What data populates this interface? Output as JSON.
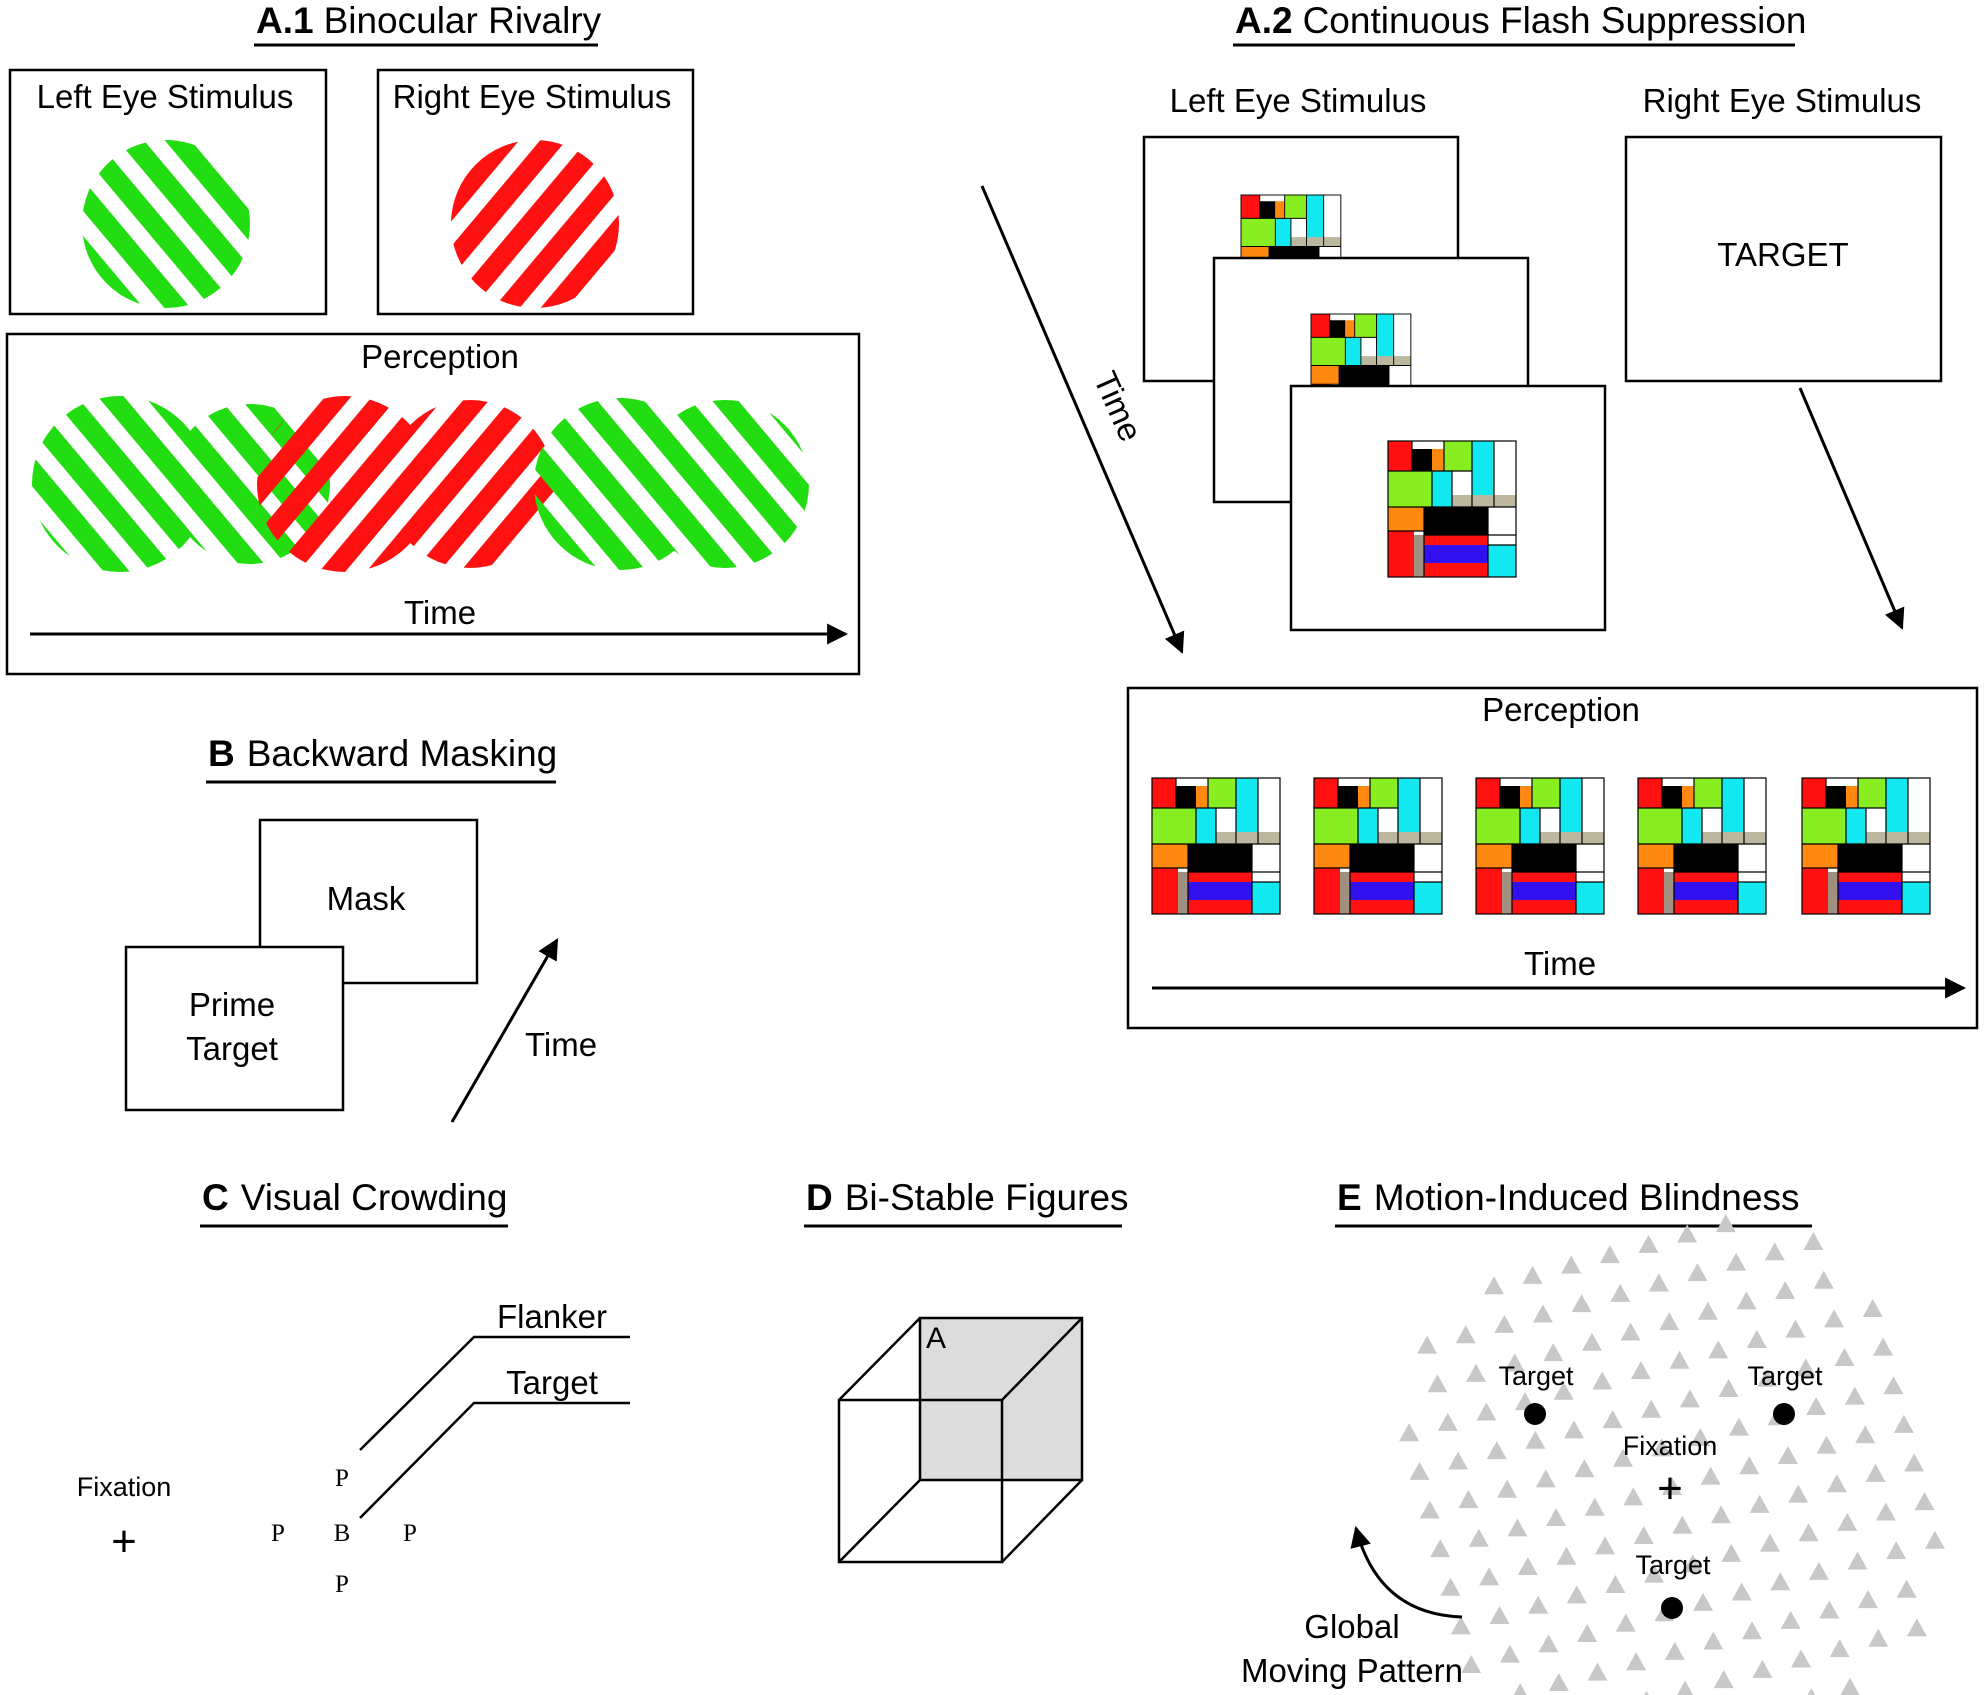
{
  "panels": {
    "a1": {
      "letter": "A.1",
      "title": "Binocular Rivalry",
      "left_label": "Left Eye Stimulus",
      "right_label": "Right Eye Stimulus",
      "perception": "Perception",
      "time": "Time"
    },
    "a2": {
      "letter": "A.2",
      "title": "Continuous Flash Suppression",
      "left_label": "Left Eye Stimulus",
      "right_label": "Right Eye Stimulus",
      "target_text": "TARGET",
      "time_diag": "Time",
      "perception": "Perception",
      "time": "Time"
    },
    "b": {
      "letter": "B",
      "title": "Backward Masking",
      "mask": "Mask",
      "prime": "Prime",
      "target": "Target",
      "time": "Time"
    },
    "c": {
      "letter": "C",
      "title": "Visual Crowding",
      "fixation": "Fixation",
      "fixation_mark": "+",
      "flanker": "Flanker",
      "target": "Target",
      "flanker_letter": "P",
      "target_letter": "B"
    },
    "d": {
      "letter": "D",
      "title": "Bi-Stable Figures",
      "vertex": "A"
    },
    "e": {
      "letter": "E",
      "title": "Motion-Induced Blindness",
      "target": "Target",
      "fixation": "Fixation",
      "fixation_mark": "+",
      "pattern_line1": "Global",
      "pattern_line2": "Moving Pattern"
    }
  },
  "colors": {
    "green": "#22dd11",
    "red": "#ff1111",
    "gray": "#d4d4d4",
    "triangle": "#c8c8c8",
    "orange": "#ff8811",
    "cyan": "#11e8f0",
    "lime": "#88ee22",
    "tan": "#bcb8a0",
    "blue": "#3311ee",
    "brown": "#a09080"
  }
}
